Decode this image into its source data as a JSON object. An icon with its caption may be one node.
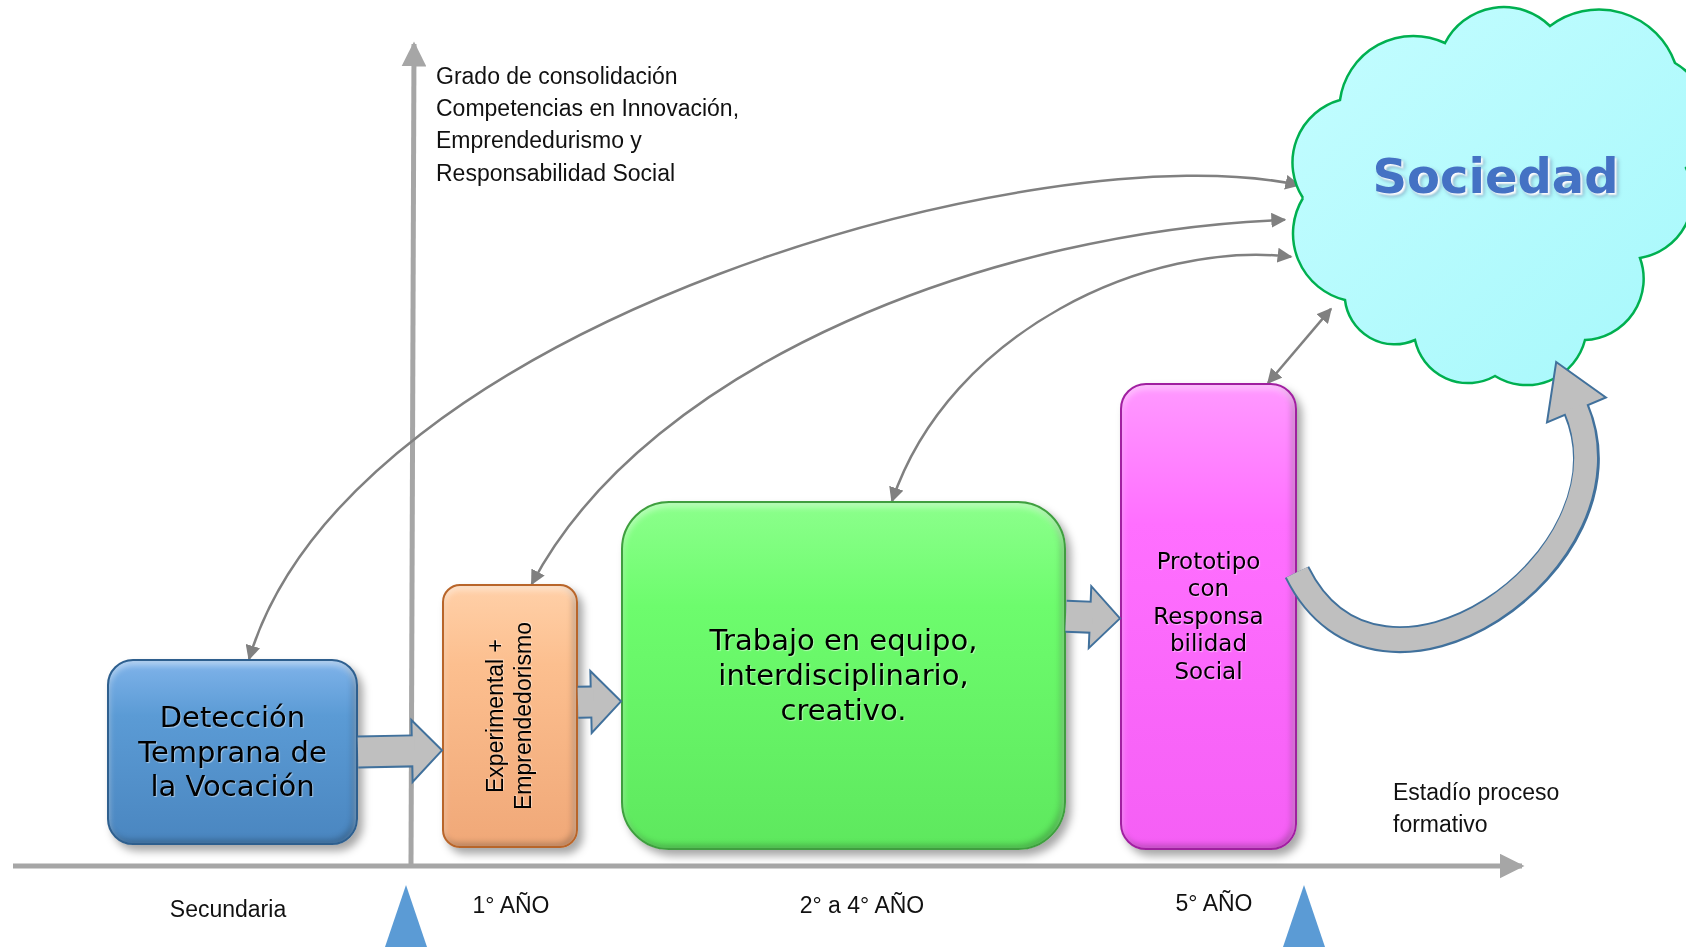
{
  "diagram": {
    "nodes": [
      {
        "text": [
          "Detección Temprana de la Vocación"
        ]
      },
      {
        "text": [
          "Experimental + Emprendedorismo"
        ]
      },
      {
        "text": [
          "Trabajo en equipo, interdisciplinario, creativo."
        ]
      },
      {
        "text": [
          "Prototipo con Responsa bilidad Social"
        ]
      },
      {
        "text": [
          "Sociedad"
        ]
      }
    ],
    "edges": [
      {
        "from": 0,
        "to": 1,
        "arrow": "to",
        "style": "thick"
      },
      {
        "from": 1,
        "to": 2,
        "arrow": "to",
        "style": "thick"
      },
      {
        "from": 2,
        "to": 3,
        "arrow": "to",
        "style": "thick"
      },
      {
        "from": 4,
        "to": 0,
        "arrow": "both"
      },
      {
        "from": 4,
        "to": 1,
        "arrow": "both"
      },
      {
        "from": 4,
        "to": 2,
        "arrow": "both"
      },
      {
        "from": 3,
        "to": 4,
        "arrow": "both"
      },
      {
        "from": 3,
        "to": 4,
        "arrow": "to",
        "style": "thick"
      }
    ],
    "labels": [
      "Grado de consolidación Competencias en Innovación, Emprendedurismo y Responsabilidad Social",
      "Estadío proceso formativo",
      "Secundaria",
      "1° AÑO",
      "2° a 4° AÑO",
      "5° AÑO"
    ]
  }
}
